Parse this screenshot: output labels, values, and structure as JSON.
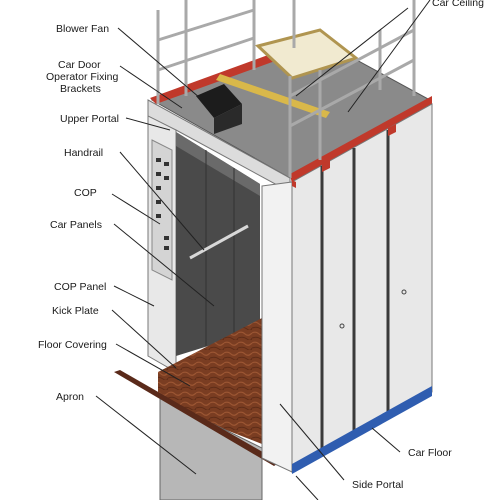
{
  "labels": {
    "blower_fan": "Blower Fan",
    "car_door_operator_line1": "Car Door",
    "car_door_operator_line2": "Operator Fixing",
    "car_door_operator_line3": "Brackets",
    "upper_portal": "Upper Portal",
    "handrail": "Handrail",
    "cop": "COP",
    "car_panels": "Car Panels",
    "cop_panel": "COP Panel",
    "kick_plate": "Kick Plate",
    "floor_covering": "Floor Covering",
    "apron": "Apron",
    "car_ceiling": "Car Ceiling",
    "car_floor": "Car Floor",
    "side_portal": "Side Portal"
  },
  "colors": {
    "frame_red": "#c0392b",
    "frame_green": "#3f8f4a",
    "frame_yellow": "#d9b84a",
    "floor_blue": "#2f5db0",
    "floor_wood": "#7a3d22",
    "panel_gray": "#e8e8e8",
    "interior_dark": "#4a4a4a",
    "roof_gray": "#8a8a8a"
  }
}
